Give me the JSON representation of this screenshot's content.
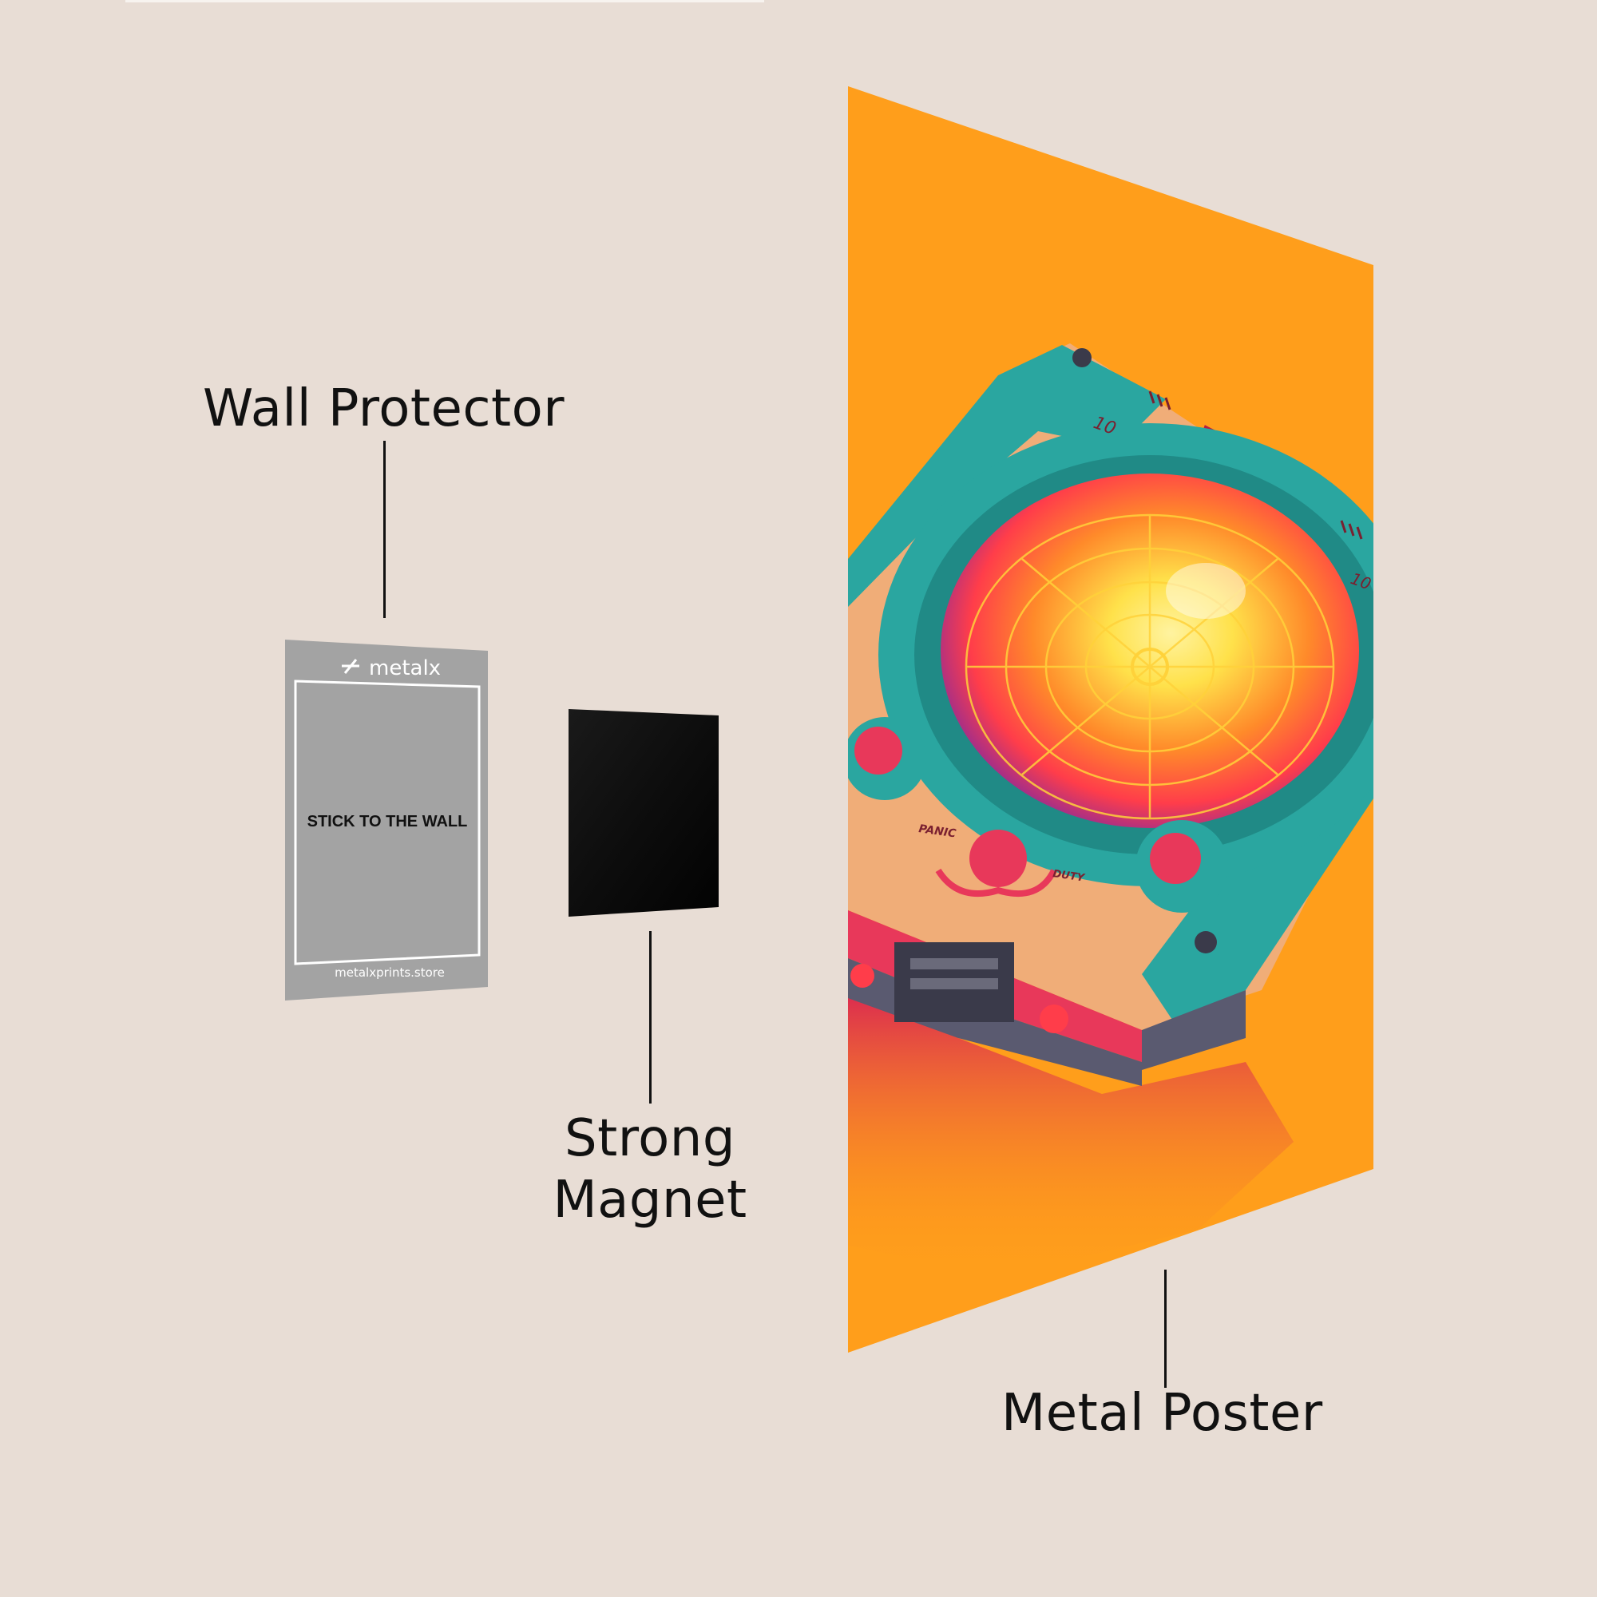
{
  "labels": {
    "wall_protector": "Wall Protector",
    "strong_magnet": "Strong\nMagnet",
    "metal_poster": "Metal Poster"
  },
  "protector": {
    "logo": "metalx",
    "instruction": "STICK TO THE WALL",
    "url": "metalxprints.store"
  },
  "poster_artwork": {
    "markings": [
      "10",
      "10",
      "PANIC",
      "DUTY"
    ]
  },
  "colors": {
    "background": "#e8ddd5",
    "poster_orange": "#ff9e1b",
    "device_teal": "#2aa6a0",
    "magnet": "#050505",
    "protector_gray": "#a3a3a3"
  }
}
